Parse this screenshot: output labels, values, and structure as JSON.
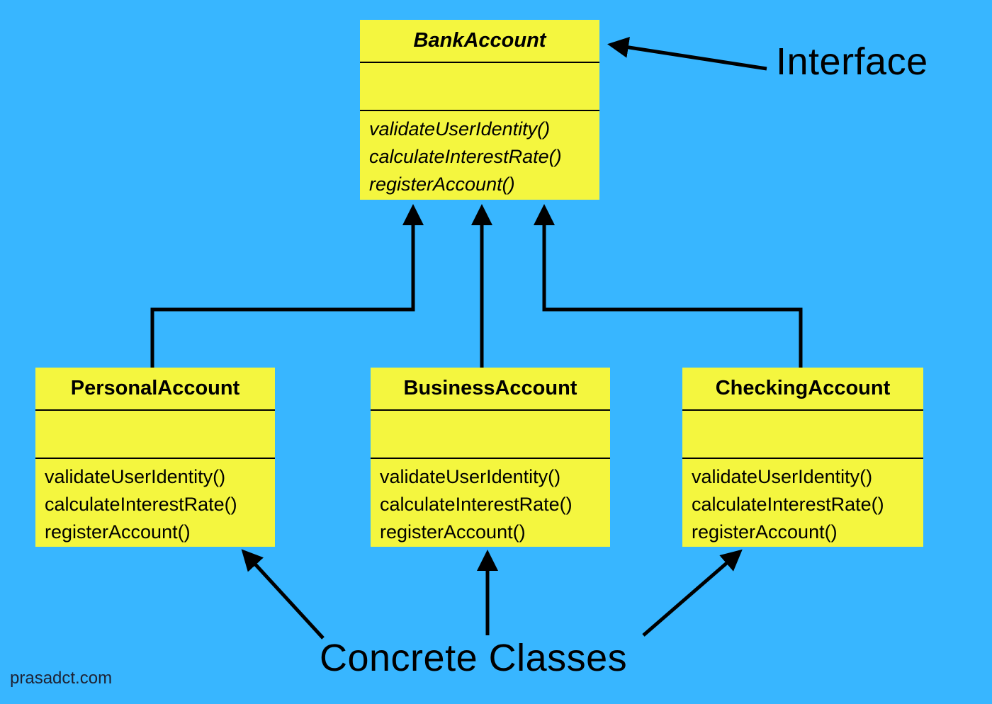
{
  "colors": {
    "background": "#38b6ff",
    "box_fill": "#f4f63f",
    "line": "#000000"
  },
  "interface_box": {
    "title": "BankAccount",
    "methods": [
      "validateUserIdentity()",
      "calculateInterestRate()",
      "registerAccount()"
    ]
  },
  "concrete_boxes": [
    {
      "title": "PersonalAccount",
      "methods": [
        "validateUserIdentity()",
        "calculateInterestRate()",
        "registerAccount()"
      ]
    },
    {
      "title": "BusinessAccount",
      "methods": [
        "validateUserIdentity()",
        "calculateInterestRate()",
        "registerAccount()"
      ]
    },
    {
      "title": "CheckingAccount",
      "methods": [
        "validateUserIdentity()",
        "calculateInterestRate()",
        "registerAccount()"
      ]
    }
  ],
  "annotations": {
    "interface_label": "Interface",
    "concrete_classes_label": "Concrete Classes"
  },
  "watermark": "prasadct.com"
}
